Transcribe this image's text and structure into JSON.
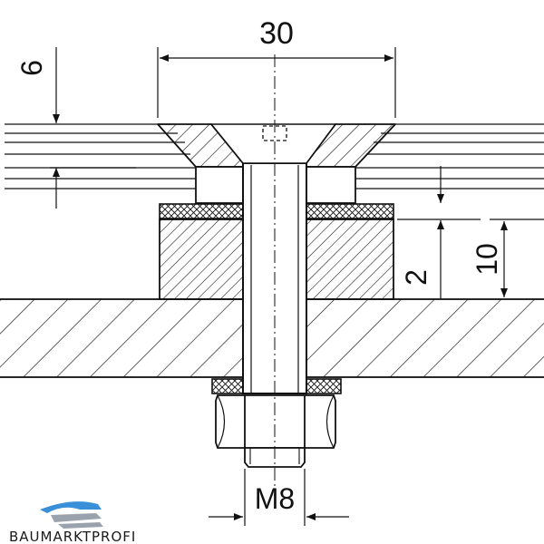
{
  "drawing": {
    "dimensions": {
      "head_width": "30",
      "plate_thickness": "6",
      "gap_height": "2",
      "spacer_height": "10",
      "thread": "M8"
    }
  },
  "logo": {
    "text": "BAUMARKTPROFI",
    "colors": {
      "accent": "#3a8fd9",
      "grey": "#9aa3ad"
    }
  },
  "colors": {
    "line": "#111111",
    "background": "#ffffff"
  }
}
